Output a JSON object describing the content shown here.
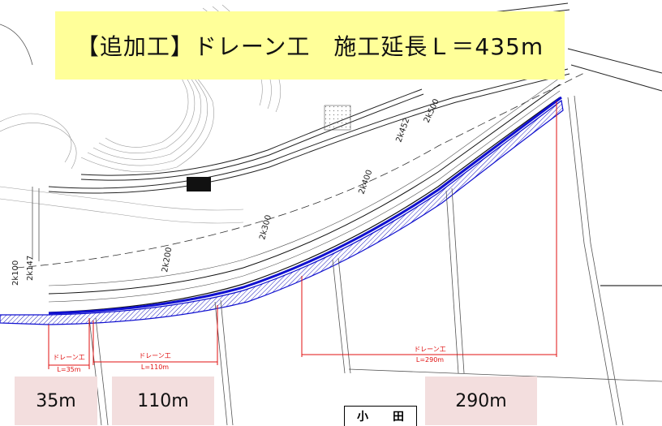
{
  "title": "【追加工】ドレーン工　施工延長Ｌ＝435m",
  "segments": [
    {
      "name": "ドレーン工",
      "length_label": "L=35m",
      "length_big": "35m"
    },
    {
      "name": "ドレーン工",
      "length_label": "L=110m",
      "length_big": "110m"
    },
    {
      "name": "ドレーン工",
      "length_label": "L=290m",
      "length_big": "290m"
    }
  ],
  "place_name": [
    "小",
    "田"
  ],
  "station_labels": [
    "2k100",
    "2k147",
    "2k200",
    "2k300",
    "2k400",
    "2k452",
    "2k500"
  ],
  "colors": {
    "drain": "#1010d0",
    "dimension": "#e01010",
    "title_bg": "#ffff99",
    "length_bg": "#f3dede"
  }
}
